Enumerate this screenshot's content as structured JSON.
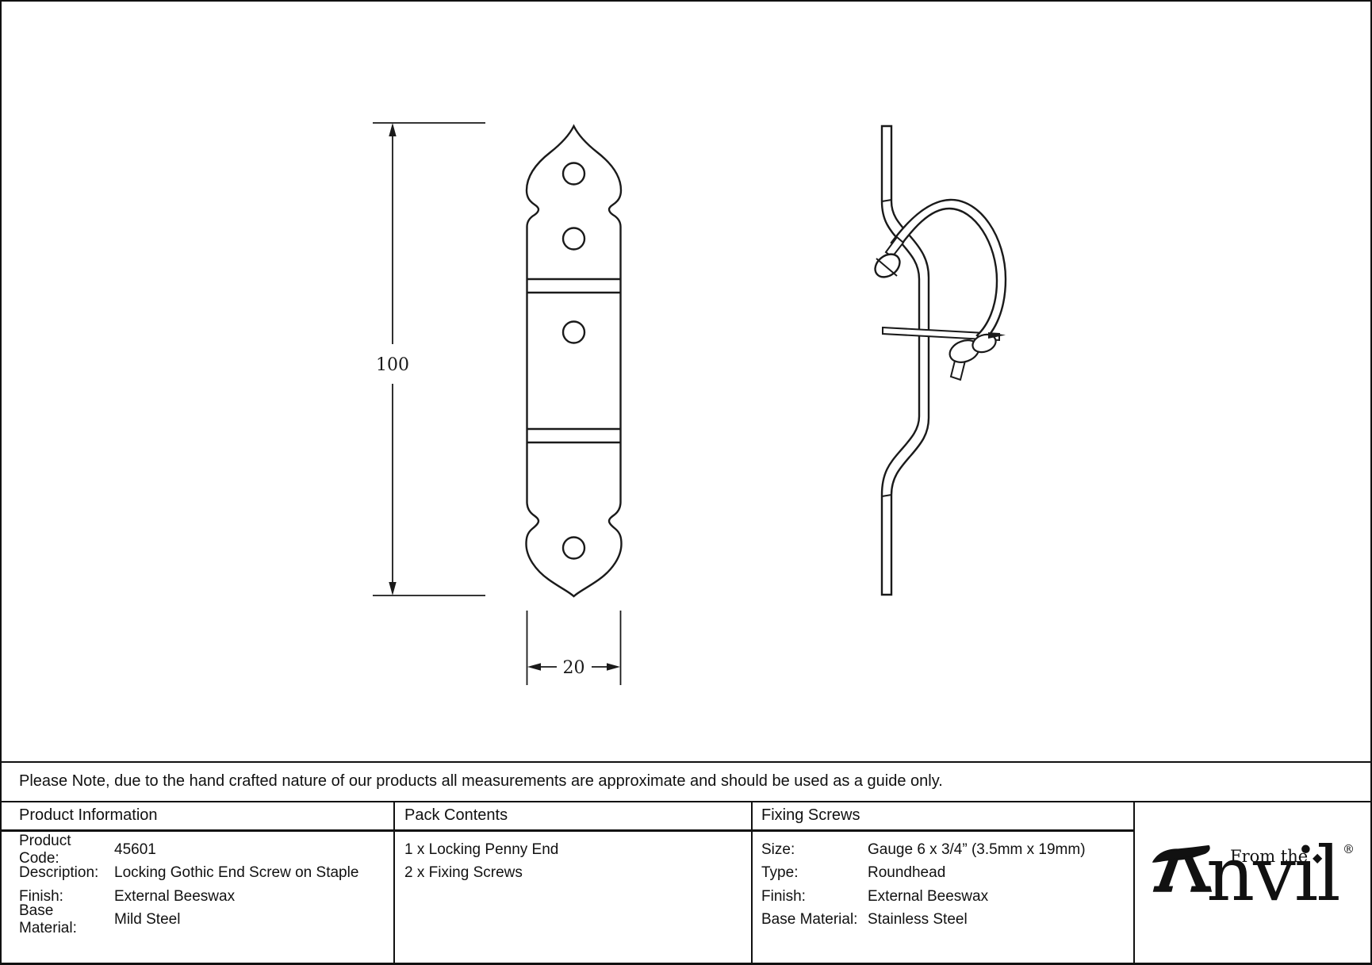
{
  "note": "Please Note, due to the hand crafted nature of our products all measurements are approximate and should be used as a guide only.",
  "drawing": {
    "front_view_height_dim": "100",
    "front_view_width_dim": "20",
    "line_color": "#1a1a1a"
  },
  "table": {
    "product_information": {
      "header": "Product Information",
      "rows": [
        {
          "label": "Product Code:",
          "value": "45601"
        },
        {
          "label": "Description:",
          "value": "Locking Gothic End Screw on Staple"
        },
        {
          "label": "Finish:",
          "value": "External Beeswax"
        },
        {
          "label": "Base Material:",
          "value": "Mild Steel"
        }
      ]
    },
    "pack_contents": {
      "header": "Pack Contents",
      "lines": [
        "1 x Locking Penny End",
        "2 x Fixing Screws"
      ]
    },
    "fixing_screws": {
      "header": "Fixing Screws",
      "rows": [
        {
          "label": "Size:",
          "value": "Gauge 6 x 3/4” (3.5mm x 19mm)"
        },
        {
          "label": "Type:",
          "value": "Roundhead"
        },
        {
          "label": "Finish:",
          "value": "External Beeswax"
        },
        {
          "label": "Base Material:",
          "value": "Stainless Steel"
        }
      ]
    }
  },
  "logo": {
    "prefix": "From the",
    "brand": "Anvil",
    "brand_suffix": "nvil",
    "diamond": "◆",
    "registered": "®"
  }
}
